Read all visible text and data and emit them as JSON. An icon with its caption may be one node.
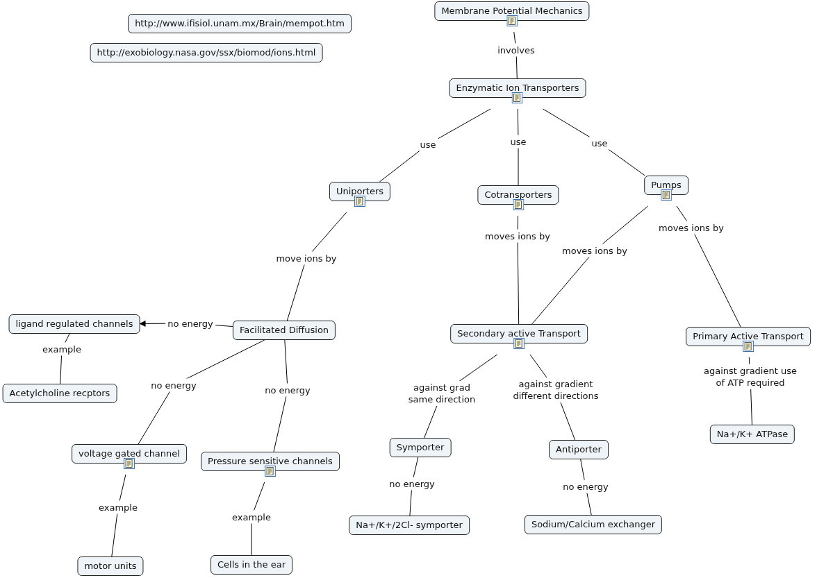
{
  "diagram": {
    "nodes": [
      {
        "text": [
          "Membrane Potential Mechanics"
        ]
      },
      {
        "text": [
          "Enzymatic Ion Transporters"
        ]
      },
      {
        "text": [
          "Uniporters"
        ]
      },
      {
        "text": [
          "Cotransporters"
        ]
      },
      {
        "text": [
          "Pumps"
        ]
      },
      {
        "text": [
          "Facilitated Diffusion"
        ]
      },
      {
        "text": [
          "ligand regulated channels"
        ]
      },
      {
        "text": [
          "Acetylcholine recptors"
        ]
      },
      {
        "text": [
          "voltage gated channel"
        ]
      },
      {
        "text": [
          "Pressure sensitive channels"
        ]
      },
      {
        "text": [
          "motor units"
        ]
      },
      {
        "text": [
          "Cells in the ear"
        ]
      },
      {
        "text": [
          "Secondary active Transport"
        ]
      },
      {
        "text": [
          "Primary Active Transport"
        ]
      },
      {
        "text": [
          "Symporter"
        ]
      },
      {
        "text": [
          "Antiporter"
        ]
      },
      {
        "text": [
          "Na+/K+/2Cl- symporter"
        ]
      },
      {
        "text": [
          "Sodium/Calcium exchanger"
        ]
      },
      {
        "text": [
          "Na+/K+ ATPase"
        ]
      },
      {
        "text": [
          "http://www.ifisiol.unam.mx/Brain/mempot.htm"
        ]
      },
      {
        "text": [
          "http://exobiology.nasa.gov/ssx/biomod/ions.html"
        ]
      }
    ],
    "edges": [
      {
        "from": 0,
        "to": 1,
        "arrow": "none",
        "label": "involves"
      },
      {
        "from": 1,
        "to": 2,
        "arrow": "none",
        "label": "use"
      },
      {
        "from": 1,
        "to": 3,
        "arrow": "none",
        "label": "use"
      },
      {
        "from": 1,
        "to": 4,
        "arrow": "none",
        "label": "use"
      },
      {
        "from": 2,
        "to": 5,
        "arrow": "none",
        "label": "move ions by"
      },
      {
        "from": 3,
        "to": 12,
        "arrow": "none",
        "label": "moves ions by"
      },
      {
        "from": 4,
        "to": 12,
        "arrow": "none",
        "label": "moves ions by"
      },
      {
        "from": 4,
        "to": 13,
        "arrow": "none",
        "label": "moves ions by"
      },
      {
        "from": 5,
        "to": 6,
        "arrow": "to",
        "label": "no energy"
      },
      {
        "from": 6,
        "to": 7,
        "arrow": "none",
        "label": "example"
      },
      {
        "from": 5,
        "to": 8,
        "arrow": "none",
        "label": "no energy"
      },
      {
        "from": 5,
        "to": 9,
        "arrow": "none",
        "label": "no energy"
      },
      {
        "from": 8,
        "to": 10,
        "arrow": "none",
        "label": "example"
      },
      {
        "from": 9,
        "to": 11,
        "arrow": "none",
        "label": "example"
      },
      {
        "from": 12,
        "to": 14,
        "arrow": "none",
        "label": "against grad same direction"
      },
      {
        "from": 12,
        "to": 15,
        "arrow": "none",
        "label": "against gradient different directions"
      },
      {
        "from": 13,
        "to": 18,
        "arrow": "none",
        "label": "against gradient use of ATP required"
      },
      {
        "from": 14,
        "to": 16,
        "arrow": "none",
        "label": "no energy"
      },
      {
        "from": 15,
        "to": 17,
        "arrow": "none",
        "label": "no energy"
      }
    ]
  }
}
